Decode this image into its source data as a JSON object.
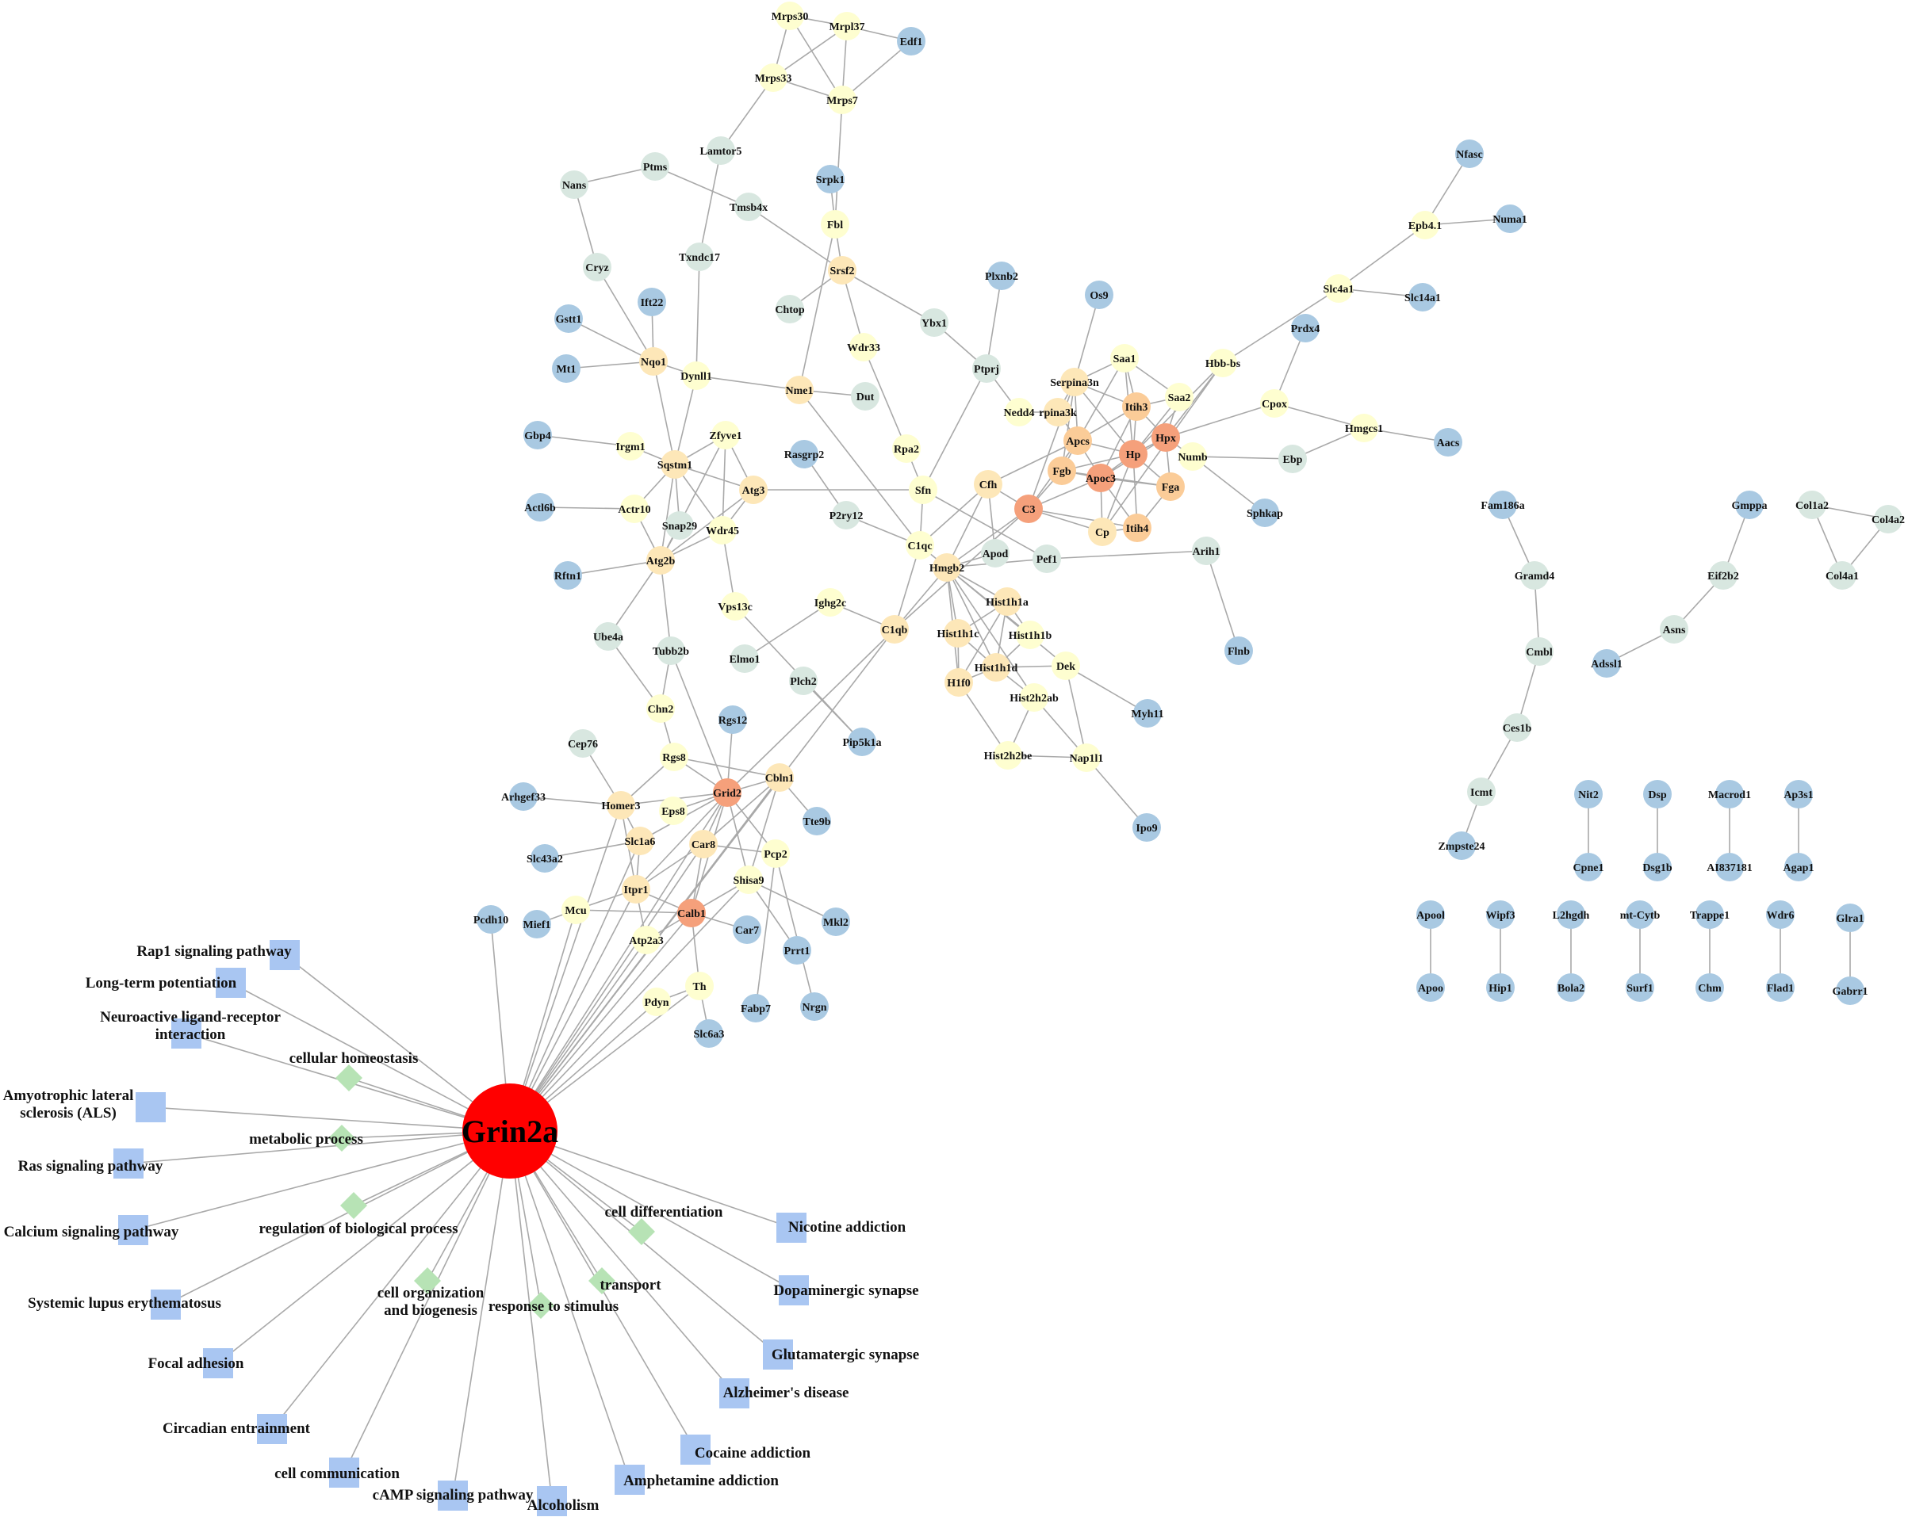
{
  "colors": {
    "blue": "#a9c9e2",
    "gray_green": "#d8e7e0",
    "pale_yellow": "#fefed0",
    "light_orange": "#fde7b8",
    "mid_orange": "#fbcc98",
    "orange": "#f5a07b",
    "hub_red": "#ff0000",
    "pathway_square": "#a9c6f2",
    "go_diamond": "#b7e3b5",
    "edge": "#a9a9a9"
  },
  "hub": {
    "label": "Grin2a"
  },
  "nodes": {
    "Mrps30": "pale_yellow",
    "Mrpl37": "pale_yellow",
    "Edf1": "blue",
    "Mrps33": "pale_yellow",
    "Mrps7": "pale_yellow",
    "Lamtor5": "gray_green",
    "Nans": "gray_green",
    "Ptms": "gray_green",
    "Tmsb4x": "gray_green",
    "Srpk1": "blue",
    "Fbl": "pale_yellow",
    "Txndc17": "gray_green",
    "Cryz": "gray_green",
    "Srsf2": "light_orange",
    "Chtop": "gray_green",
    "Ift22": "blue",
    "Gstt1": "blue",
    "Plxnb2": "blue",
    "Ybx1": "gray_green",
    "Wdr33": "pale_yellow",
    "Os9": "blue",
    "Mt1": "blue",
    "Nqo1": "light_orange",
    "Dynll1": "pale_yellow",
    "Nme1": "light_orange",
    "Dut": "gray_green",
    "Ptprj": "gray_green",
    "Gbp4": "blue",
    "Irgm1": "pale_yellow",
    "Zfyve1": "pale_yellow",
    "Rasgrp2": "blue",
    "Rpa2": "pale_yellow",
    "Sqstm1": "light_orange",
    "Atg3": "light_orange",
    "Actl6b": "blue",
    "Actr10": "pale_yellow",
    "Snap29": "gray_green",
    "Wdr45": "pale_yellow",
    "P2ry12": "gray_green",
    "Sfn": "pale_yellow",
    "Rftn1": "blue",
    "Atg2b": "light_orange",
    "C1qc": "pale_yellow",
    "Vps13c": "pale_yellow",
    "Ighg2c": "pale_yellow",
    "Ube4a": "gray_green",
    "Tubb2b": "gray_green",
    "C1qb": "light_orange",
    "Elmo1": "gray_green",
    "Plch2": "gray_green",
    "Chn2": "pale_yellow",
    "Rgs12": "blue",
    "Pip5k1a": "blue",
    "Cep76": "gray_green",
    "Rgs8": "pale_yellow",
    "Arhgef33": "blue",
    "Homer3": "light_orange",
    "Grid2": "orange",
    "Cbln1": "light_orange",
    "Eps8": "pale_yellow",
    "Slc43a2": "blue",
    "Slc1a6": "light_orange",
    "Car8": "light_orange",
    "Tte9b": "blue",
    "Pcp2": "pale_yellow",
    "Itpr1": "light_orange",
    "Shisa9": "pale_yellow",
    "Pcdh10": "blue",
    "Mcu": "pale_yellow",
    "Mief1": "blue",
    "Calb1": "orange",
    "Mkl2": "blue",
    "Atp2a3": "pale_yellow",
    "Car7": "blue",
    "Prrt1": "blue",
    "Th": "pale_yellow",
    "Pdyn": "pale_yellow",
    "Fabp7": "blue",
    "Nrgn": "blue",
    "Slc6a3": "blue",
    "Saa1": "pale_yellow",
    "Serpina3n": "light_orange",
    "Itih3": "mid_orange",
    "Saa2": "pale_yellow",
    "Hbb-bs": "pale_yellow",
    "Nedd4": "pale_yellow",
    "Serpina3k": "light_orange",
    "Apcs": "mid_orange",
    "Hpx": "orange",
    "Hp": "orange",
    "Cfh": "light_orange",
    "Fgb": "mid_orange",
    "Apoc3": "orange",
    "Fga": "mid_orange",
    "Numb": "pale_yellow",
    "C3": "orange",
    "Cp": "light_orange",
    "Itih4": "mid_orange",
    "Sphkap": "blue",
    "Hmgb2": "light_orange",
    "Apod": "gray_green",
    "Pef1": "gray_green",
    "Arih1": "gray_green",
    "Hist1h1a": "light_orange",
    "Hist1h1c": "light_orange",
    "Hist1h1b": "pale_yellow",
    "Hist1h1d": "light_orange",
    "Dek": "pale_yellow",
    "H1f0": "light_orange",
    "Hist2h2ab": "pale_yellow",
    "Flnb": "blue",
    "Myh11": "blue",
    "Hist2h2be": "pale_yellow",
    "Nap1l1": "pale_yellow",
    "Ipo9": "blue",
    "Nfasc": "blue",
    "Epb4.1": "pale_yellow",
    "Numa1": "blue",
    "Slc4a1": "pale_yellow",
    "Slc14a1": "blue",
    "Prdx4": "blue",
    "Cpox": "pale_yellow",
    "Hmgcs1": "pale_yellow",
    "Aacs": "blue",
    "Ebp": "gray_green",
    "Fam186a": "blue",
    "Gramd4": "gray_green",
    "Cmbl": "gray_green",
    "Ces1b": "gray_green",
    "Icmt": "gray_green",
    "Zmpste24": "blue",
    "Gmppa": "blue",
    "Eif2b2": "gray_green",
    "Asns": "gray_green",
    "Adssl1": "blue",
    "Col1a2": "gray_green",
    "Col4a2": "gray_green",
    "Col4a1": "gray_green",
    "Nit2": "blue",
    "Cpne1": "blue",
    "Dsp": "blue",
    "Dsg1b": "blue",
    "Macrod1": "blue",
    "AI837181": "blue",
    "Ap3s1": "blue",
    "Agap1": "blue",
    "Apool": "blue",
    "Apoo": "blue",
    "Wipf3": "blue",
    "Hip1": "blue",
    "L2hgdh": "blue",
    "Bola2": "blue",
    "mt-Cytb": "blue",
    "Surf1": "blue",
    "Trappc1": "blue",
    "Chm": "blue",
    "Wdr6": "blue",
    "Flad1": "blue",
    "Glra1": "blue",
    "Gabrr1": "blue"
  },
  "node_labels": {
    "Serpina3k": "rpina3k",
    "Trappc1": "Trappe1",
    "Cbln1": "Cbln1",
    "Tte9b": "Tte9b"
  },
  "edges": [
    [
      "Mrps30",
      "Mrpl37"
    ],
    [
      "Mrps30",
      "Mrps33"
    ],
    [
      "Mrps30",
      "Mrps7"
    ],
    [
      "Mrpl37",
      "Mrps33"
    ],
    [
      "Mrpl37",
      "Mrps7"
    ],
    [
      "Mrps33",
      "Mrps7"
    ],
    [
      "Edf1",
      "Mrps7"
    ],
    [
      "Mrpl37",
      "Edf1"
    ],
    [
      "Mrps33",
      "Lamtor5"
    ],
    [
      "Mrps7",
      "Fbl"
    ],
    [
      "Lamtor5",
      "Txndc17"
    ],
    [
      "Nans",
      "Ptms"
    ],
    [
      "Ptms",
      "Tmsb4x"
    ],
    [
      "Nans",
      "Cryz"
    ],
    [
      "Tmsb4x",
      "Srsf2"
    ],
    [
      "Srpk1",
      "Fbl"
    ],
    [
      "Fbl",
      "Srsf2"
    ],
    [
      "Srsf2",
      "Chtop"
    ],
    [
      "Srsf2",
      "Wdr33"
    ],
    [
      "Srsf2",
      "Ybx1"
    ],
    [
      "Fbl",
      "Nme1"
    ],
    [
      "Cryz",
      "Nqo1"
    ],
    [
      "Txndc17",
      "Dynll1"
    ],
    [
      "Ift22",
      "Nqo1"
    ],
    [
      "Gstt1",
      "Nqo1"
    ],
    [
      "Mt1",
      "Nqo1"
    ],
    [
      "Nqo1",
      "Dynll1"
    ],
    [
      "Nqo1",
      "Sqstm1"
    ],
    [
      "Dynll1",
      "Nme1"
    ],
    [
      "Dynll1",
      "Sqstm1"
    ],
    [
      "Nme1",
      "Dut"
    ],
    [
      "Ybx1",
      "Ptprj"
    ],
    [
      "Plxnb2",
      "Ptprj"
    ],
    [
      "Ptprj",
      "Nedd4"
    ],
    [
      "Wdr33",
      "Rpa2"
    ],
    [
      "Rpa2",
      "Sfn"
    ],
    [
      "Nme1",
      "C1qc"
    ],
    [
      "Gbp4",
      "Irgm1"
    ],
    [
      "Irgm1",
      "Sqstm1"
    ],
    [
      "Sqstm1",
      "Zfyve1"
    ],
    [
      "Sqstm1",
      "Atg3"
    ],
    [
      "Sqstm1",
      "Wdr45"
    ],
    [
      "Sqstm1",
      "Snap29"
    ],
    [
      "Sqstm1",
      "Actr10"
    ],
    [
      "Sqstm1",
      "Atg2b"
    ],
    [
      "Zfyve1",
      "Atg3"
    ],
    [
      "Zfyve1",
      "Wdr45"
    ],
    [
      "Zfyve1",
      "Atg2b"
    ],
    [
      "Atg3",
      "Wdr45"
    ],
    [
      "Atg3",
      "Atg2b"
    ],
    [
      "Atg3",
      "Sfn"
    ],
    [
      "Actl6b",
      "Actr10"
    ],
    [
      "Actr10",
      "Atg2b"
    ],
    [
      "Wdr45",
      "Atg2b"
    ],
    [
      "Wdr45",
      "Vps13c"
    ],
    [
      "Rftn1",
      "Atg2b"
    ],
    [
      "Atg2b",
      "Ube4a"
    ],
    [
      "Atg2b",
      "Tubb2b"
    ],
    [
      "Snap29",
      "Atg2b"
    ],
    [
      "Rasgrp2",
      "P2ry12"
    ],
    [
      "P2ry12",
      "C1qc"
    ],
    [
      "Sfn",
      "C1qc"
    ],
    [
      "Sfn",
      "Ptprj"
    ],
    [
      "C1qc",
      "C1qb"
    ],
    [
      "C1qc",
      "Hmgb2"
    ],
    [
      "C1qc",
      "Cfh"
    ],
    [
      "Ighg2c",
      "C1qb"
    ],
    [
      "Elmo1",
      "Ighg2c"
    ],
    [
      "Vps13c",
      "Pip5k1a"
    ],
    [
      "Plch2",
      "Pip5k1a"
    ],
    [
      "Tubb2b",
      "Chn2"
    ],
    [
      "Ube4a",
      "Chn2"
    ],
    [
      "Chn2",
      "Rgs8"
    ],
    [
      "Rgs12",
      "Grid2"
    ],
    [
      "Cep76",
      "Homer3"
    ],
    [
      "Rgs8",
      "Homer3"
    ],
    [
      "Rgs8",
      "Grid2"
    ],
    [
      "Rgs8",
      "Cbln1"
    ],
    [
      "Arhgef33",
      "Homer3"
    ],
    [
      "Homer3",
      "Grid2"
    ],
    [
      "Homer3",
      "Slc1a6"
    ],
    [
      "Homer3",
      "Itpr1"
    ],
    [
      "Grid2",
      "Cbln1"
    ],
    [
      "Grid2",
      "Eps8"
    ],
    [
      "Grid2",
      "Car8"
    ],
    [
      "Grid2",
      "Pcp2"
    ],
    [
      "Grid2",
      "Shisa9"
    ],
    [
      "Grid2",
      "Calb1"
    ],
    [
      "Grid2",
      "Slc1a6"
    ],
    [
      "Grid2",
      "Itpr1"
    ],
    [
      "Grid2",
      "C1qb"
    ],
    [
      "Cbln1",
      "Tte9b"
    ],
    [
      "Cbln1",
      "Car8"
    ],
    [
      "Cbln1",
      "Shisa9"
    ],
    [
      "Slc43a2",
      "Slc1a6"
    ],
    [
      "Slc1a6",
      "Itpr1"
    ],
    [
      "Car8",
      "Itpr1"
    ],
    [
      "Car8",
      "Calb1"
    ],
    [
      "Car8",
      "Pcp2"
    ],
    [
      "Itpr1",
      "Calb1"
    ],
    [
      "Itpr1",
      "Mcu"
    ],
    [
      "Itpr1",
      "Atp2a3"
    ],
    [
      "Mcu",
      "Mief1"
    ],
    [
      "Mcu",
      "Calb1"
    ],
    [
      "Shisa9",
      "Calb1"
    ],
    [
      "Shisa9",
      "Mkl2"
    ],
    [
      "Shisa9",
      "Prrt1"
    ],
    [
      "Calb1",
      "Car7"
    ],
    [
      "Calb1",
      "Atp2a3"
    ],
    [
      "Calb1",
      "Th"
    ],
    [
      "Th",
      "Pdyn"
    ],
    [
      "Th",
      "Slc6a3"
    ],
    [
      "Pcp2",
      "Fabp7"
    ],
    [
      "Pcp2",
      "Nrgn"
    ],
    [
      "Tubb2b",
      "Grid2"
    ],
    [
      "Saa1",
      "Serpina3n"
    ],
    [
      "Saa1",
      "Itih3"
    ],
    [
      "Saa1",
      "Saa2"
    ],
    [
      "Saa1",
      "Hp"
    ],
    [
      "Saa1",
      "Apcs"
    ],
    [
      "Serpina3n",
      "Itih3"
    ],
    [
      "Serpina3n",
      "Apcs"
    ],
    [
      "Serpina3n",
      "Fgb"
    ],
    [
      "Serpina3n",
      "Hp"
    ],
    [
      "Serpina3n",
      "Serpina3k"
    ],
    [
      "Serpina3n",
      "C3"
    ],
    [
      "Itih3",
      "Hpx"
    ],
    [
      "Itih3",
      "Hp"
    ],
    [
      "Itih3",
      "Apoc3"
    ],
    [
      "Itih3",
      "Apcs"
    ],
    [
      "Itih3",
      "Saa2"
    ],
    [
      "Saa2",
      "Hpx"
    ],
    [
      "Saa2",
      "Hp"
    ],
    [
      "Hbb-bs",
      "Hpx"
    ],
    [
      "Hbb-bs",
      "Hp"
    ],
    [
      "Hbb-bs",
      "Cp"
    ],
    [
      "Os9",
      "Serpina3n"
    ],
    [
      "Nedd4",
      "Serpina3k"
    ],
    [
      "Serpina3k",
      "Apcs"
    ],
    [
      "Apcs",
      "Hp"
    ],
    [
      "Apcs",
      "Fgb"
    ],
    [
      "Apcs",
      "Apoc3"
    ],
    [
      "Apcs",
      "C3"
    ],
    [
      "Hp",
      "Hpx"
    ],
    [
      "Hp",
      "Apoc3"
    ],
    [
      "Hp",
      "Fga"
    ],
    [
      "Hp",
      "Cp"
    ],
    [
      "Hp",
      "Itih4"
    ],
    [
      "Hp",
      "Fgb"
    ],
    [
      "Hpx",
      "Numb"
    ],
    [
      "Hpx",
      "Apoc3"
    ],
    [
      "Hpx",
      "Fga"
    ],
    [
      "Fgb",
      "Apoc3"
    ],
    [
      "Fgb",
      "Fga"
    ],
    [
      "Fgb",
      "C3"
    ],
    [
      "Apoc3",
      "C3"
    ],
    [
      "Apoc3",
      "Fga"
    ],
    [
      "Apoc3",
      "Cp"
    ],
    [
      "Apoc3",
      "Itih4"
    ],
    [
      "C3",
      "Cp"
    ],
    [
      "C3",
      "Itih4"
    ],
    [
      "C3",
      "Cfh"
    ],
    [
      "Cfh",
      "Apcs"
    ],
    [
      "Cfh",
      "Hmgb2"
    ],
    [
      "Fga",
      "Itih4"
    ],
    [
      "Cp",
      "Itih4"
    ],
    [
      "Hpx",
      "Cpox"
    ],
    [
      "C3",
      "Hmgb2"
    ],
    [
      "Apod",
      "Hmgb2"
    ],
    [
      "Apod",
      "Cfh"
    ],
    [
      "Hmgb2",
      "Hist1h1a"
    ],
    [
      "Hmgb2",
      "Hist1h1c"
    ],
    [
      "Hmgb2",
      "Hist1h1b"
    ],
    [
      "Hmgb2",
      "Hist1h1d"
    ],
    [
      "Hmgb2",
      "H1f0"
    ],
    [
      "Hmgb2",
      "Dek"
    ],
    [
      "Hmgb2",
      "Hist2h2ab"
    ],
    [
      "Hist1h1a",
      "Hist1h1c"
    ],
    [
      "Hist1h1a",
      "Hist1h1b"
    ],
    [
      "Hist1h1a",
      "Hist1h1d"
    ],
    [
      "Hist1h1a",
      "H1f0"
    ],
    [
      "Hist1h1c",
      "Hist1h1d"
    ],
    [
      "Hist1h1c",
      "H1f0"
    ],
    [
      "Hist1h1b",
      "Hist1h1d"
    ],
    [
      "Hist1h1d",
      "H1f0"
    ],
    [
      "Hist1h1d",
      "Hist2h2ab"
    ],
    [
      "Hist1h1d",
      "Dek"
    ],
    [
      "Hist2h2ab",
      "Hist2h2be"
    ],
    [
      "H1f0",
      "Hist2h2be"
    ],
    [
      "Dek",
      "Nap1l1"
    ],
    [
      "Dek",
      "Myh11"
    ],
    [
      "Hist2h2ab",
      "Nap1l1"
    ],
    [
      "Hist2h2be",
      "Nap1l1"
    ],
    [
      "Nap1l1",
      "Ipo9"
    ],
    [
      "Arih1",
      "Flnb"
    ],
    [
      "Pef1",
      "Arih1"
    ],
    [
      "Sfn",
      "Pef1"
    ],
    [
      "Hmgb2",
      "Pef1"
    ],
    [
      "C1qb",
      "Hmgb2"
    ],
    [
      "C1qb",
      "C3"
    ],
    [
      "Nfasc",
      "Epb4.1"
    ],
    [
      "Epb4.1",
      "Numa1"
    ],
    [
      "Epb4.1",
      "Slc4a1"
    ],
    [
      "Slc4a1",
      "Slc14a1"
    ],
    [
      "Slc4a1",
      "Hbb-bs"
    ],
    [
      "Prdx4",
      "Cpox"
    ],
    [
      "Cpox",
      "Hmgcs1"
    ],
    [
      "Hmgcs1",
      "Aacs"
    ],
    [
      "Numb",
      "Ebp"
    ],
    [
      "Numb",
      "Sphkap"
    ],
    [
      "Hmgcs1",
      "Ebp"
    ],
    [
      "Fam186a",
      "Gramd4"
    ],
    [
      "Gramd4",
      "Cmbl"
    ],
    [
      "Cmbl",
      "Ces1b"
    ],
    [
      "Ces1b",
      "Icmt"
    ],
    [
      "Icmt",
      "Zmpste24"
    ],
    [
      "Gmppa",
      "Eif2b2"
    ],
    [
      "Eif2b2",
      "Asns"
    ],
    [
      "Asns",
      "Adssl1"
    ],
    [
      "Col1a2",
      "Col4a1"
    ],
    [
      "Col1a2",
      "Col4a2"
    ],
    [
      "Col4a2",
      "Col4a1"
    ],
    [
      "Nit2",
      "Cpne1"
    ],
    [
      "Dsp",
      "Dsg1b"
    ],
    [
      "Macrod1",
      "AI837181"
    ],
    [
      "Ap3s1",
      "Agap1"
    ],
    [
      "Apool",
      "Apoo"
    ],
    [
      "Wipf3",
      "Hip1"
    ],
    [
      "L2hgdh",
      "Bola2"
    ],
    [
      "mt-Cytb",
      "Surf1"
    ],
    [
      "Trappc1",
      "Chm"
    ],
    [
      "Wdr6",
      "Flad1"
    ],
    [
      "Glra1",
      "Gabrr1"
    ],
    [
      "Grin2a",
      "Pcdh10"
    ],
    [
      "Grin2a",
      "Itpr1"
    ],
    [
      "Grin2a",
      "Calb1"
    ],
    [
      "Grin2a",
      "Grid2"
    ],
    [
      "Grin2a",
      "Car8"
    ],
    [
      "Grin2a",
      "Slc1a6"
    ],
    [
      "Grin2a",
      "Mcu"
    ],
    [
      "Grin2a",
      "Atp2a3"
    ],
    [
      "Grin2a",
      "Th"
    ],
    [
      "Grin2a",
      "Pdyn"
    ],
    [
      "Grin2a",
      "Shisa9"
    ],
    [
      "Grin2a",
      "Homer3"
    ],
    [
      "Grin2a",
      "C1qb"
    ],
    [
      "Grin2a",
      "Cbln1"
    ]
  ],
  "kegg_terms": [
    "Rap1 signaling pathway",
    "Long-term potentiation",
    "Neuroactive ligand-receptor interaction",
    "Amyotrophic lateral sclerosis (ALS)",
    "Ras signaling pathway",
    "Calcium signaling pathway",
    "Systemic lupus erythematosus",
    "Focal adhesion",
    "Circadian entrainment",
    "cell communication",
    "cAMP signaling pathway",
    "Alcoholism",
    "Amphetamine addiction",
    "Cocaine addiction",
    "Alzheimer's disease",
    "Glutamatergic synapse",
    "Dopaminergic synapse",
    "Nicotine addiction"
  ],
  "go_terms": [
    "cellular homeostasis",
    "metabolic process",
    "regulation of biological process",
    "cell organization and biogenesis",
    "response to stimulus",
    "transport",
    "cell differentiation"
  ]
}
